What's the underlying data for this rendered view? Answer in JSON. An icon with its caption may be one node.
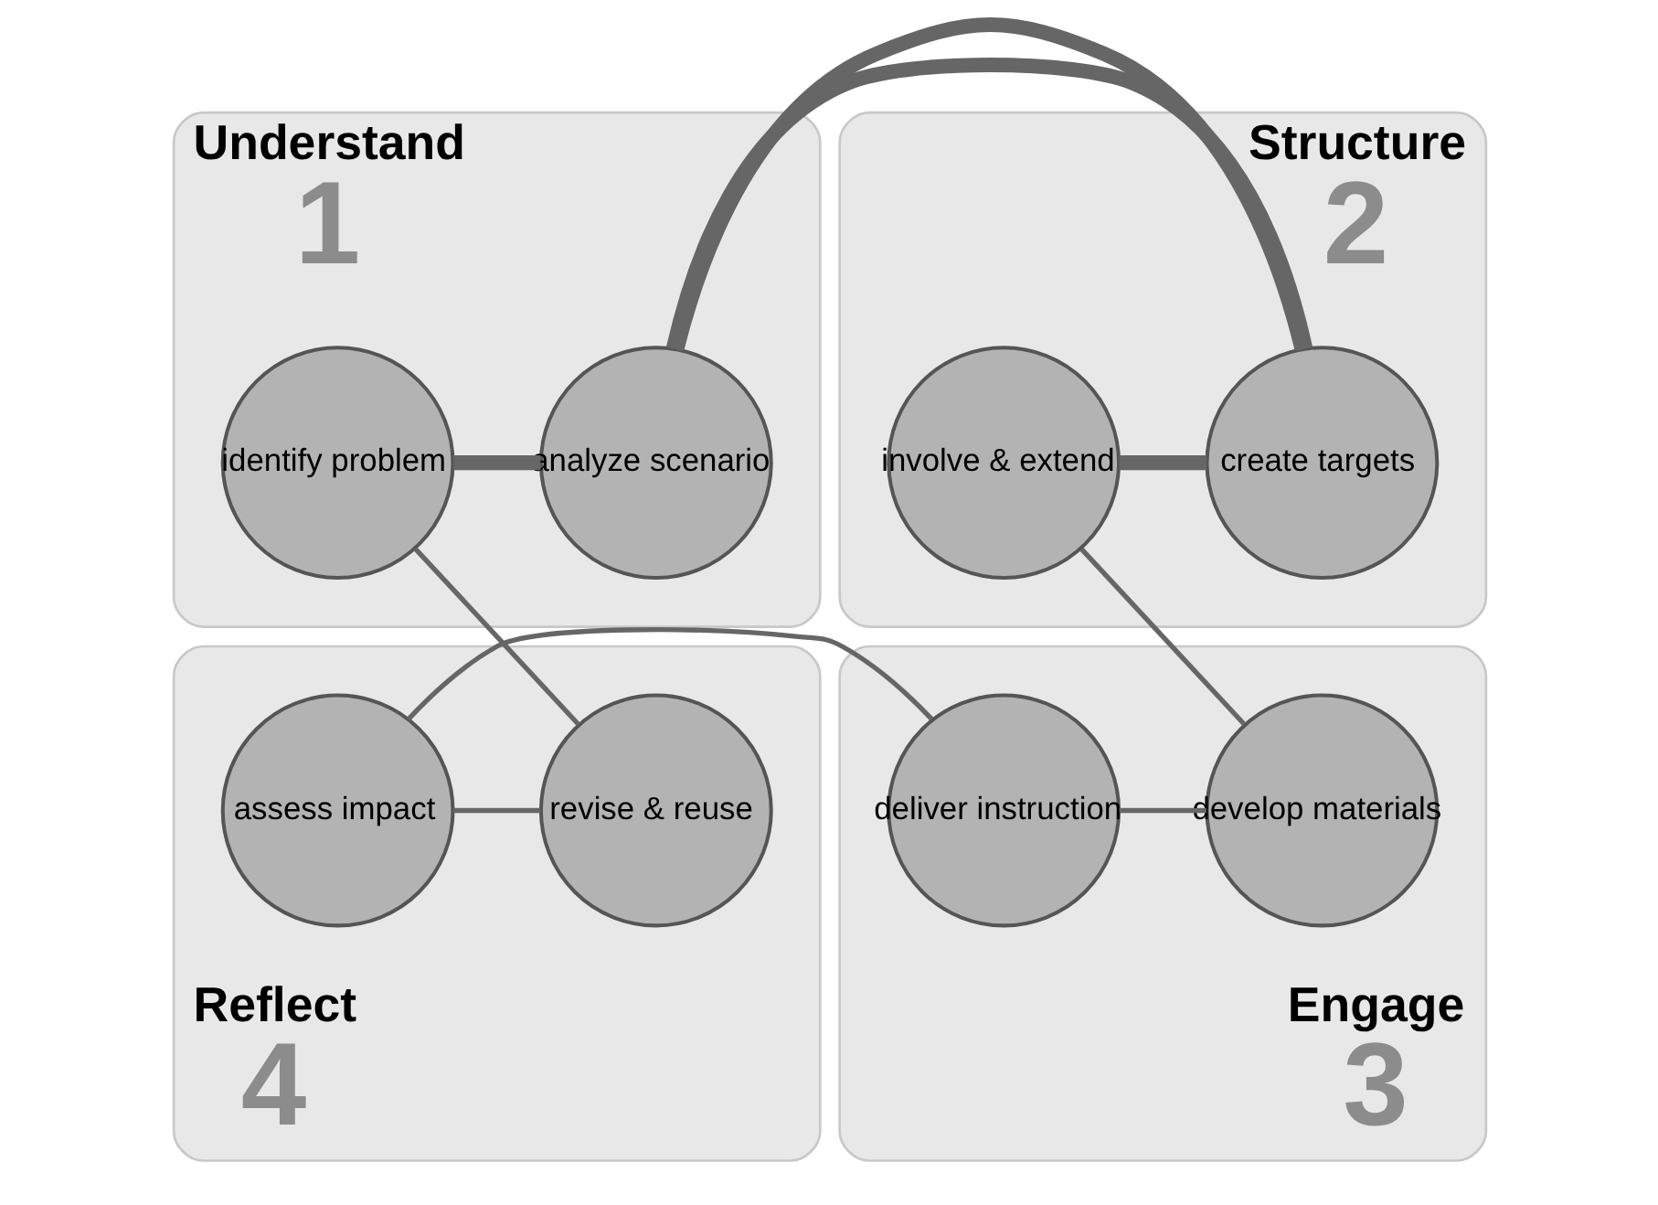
{
  "diagram": {
    "nodes": [
      {
        "text": [
          "Understand",
          "1"
        ]
      },
      {
        "text": [
          "analyze scenario"
        ],
        "in": 0
      },
      {
        "text": [
          "identify problem"
        ],
        "in": 0
      },
      {
        "text": [
          "Structure",
          "2"
        ]
      },
      {
        "text": [
          "create targets"
        ],
        "in": 3
      },
      {
        "text": [
          "involve & extend"
        ],
        "in": 3
      },
      {
        "text": [
          "Reflect",
          "4"
        ]
      },
      {
        "text": [
          "revise & reuse"
        ],
        "in": 6
      },
      {
        "text": [
          "assess impact"
        ],
        "in": 6
      },
      {
        "text": [
          "Engage",
          "3"
        ]
      },
      {
        "text": [
          "develop materials"
        ],
        "in": 9
      },
      {
        "text": [
          "deliver instruction"
        ],
        "in": 9
      }
    ],
    "edges": [
      {
        "from": 2,
        "to": 1,
        "arrow": "none",
        "style": "thick"
      },
      {
        "from": 1,
        "to": 4,
        "arrow": "none",
        "style": "thick"
      },
      {
        "from": 4,
        "to": 5,
        "arrow": "none",
        "style": "thick"
      },
      {
        "from": 5,
        "to": 10,
        "arrow": "none"
      },
      {
        "from": 10,
        "to": 11,
        "arrow": "none"
      },
      {
        "from": 11,
        "to": 8,
        "arrow": "none"
      },
      {
        "from": 8,
        "to": 7,
        "arrow": "none"
      },
      {
        "from": 7,
        "to": 2,
        "arrow": "none"
      }
    ]
  }
}
